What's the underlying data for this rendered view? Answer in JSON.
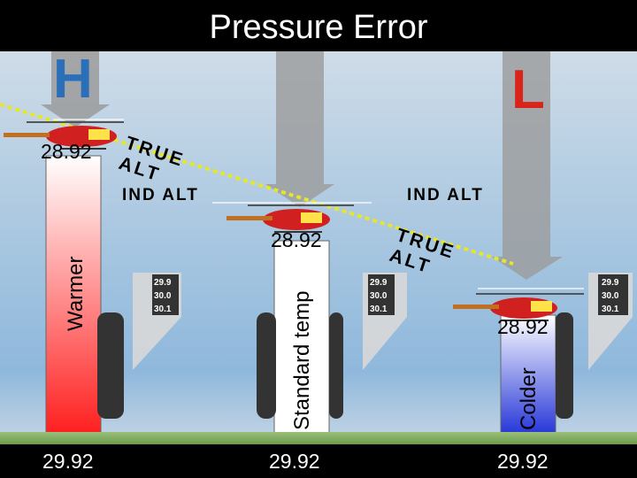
{
  "title": "Pressure Error",
  "high_letter": "H",
  "low_letter": "L",
  "true_alt_label": "TRUE ALT",
  "ind_alt_label": "IND ALT",
  "altimeter_setting": "28.92",
  "sea_level_setting": "29.92",
  "columns": [
    {
      "label": "Warmer"
    },
    {
      "label": "Standard temp"
    },
    {
      "label": "Colder"
    }
  ],
  "kollsman_window": [
    "29.9",
    "30.0",
    "30.1"
  ],
  "colors": {
    "warm": "#ff1a1a",
    "standard": "#ffffff",
    "cold": "#1a2bd6",
    "low_letter": "#d9241c",
    "high_letter": "#2a6fb8"
  }
}
